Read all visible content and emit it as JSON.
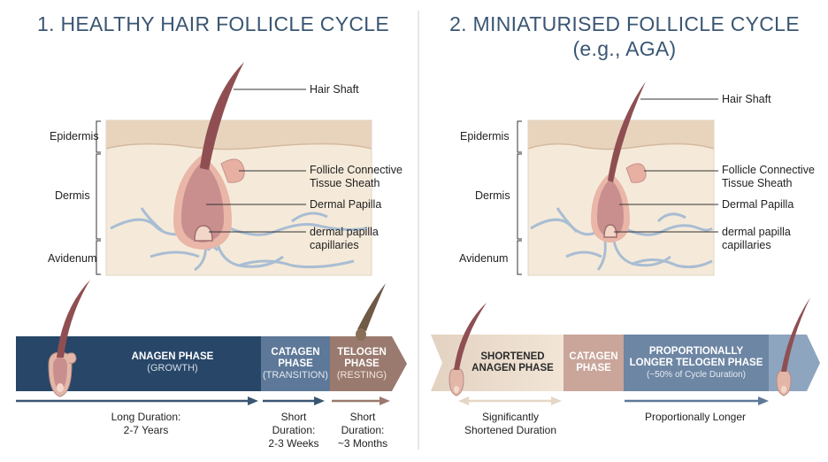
{
  "left": {
    "title": "1. HEALTHY HAIR FOLLICLE CYCLE",
    "labels": {
      "hair_shaft": "Hair Shaft",
      "sheath_1": "Follicle Connective",
      "sheath_2": "Tissue Sheath",
      "dermal_papilla": "Dermal Papilla",
      "capillaries_1": "dermal papilla",
      "capillaries_2": "capillaries",
      "epidermis": "Epidermis",
      "dermis": "Dermis",
      "avidenum": "Avidenum"
    },
    "phases": {
      "anagen": "ANAGEN PHASE",
      "anagen_sub": "(GROWTH)",
      "catagen_1": "CATAGEN",
      "catagen_2": "PHASE",
      "catagen_sub": "(TRANSITION)",
      "telogen_1": "TELOGEN",
      "telogen_2": "PHASE",
      "telogen_sub": "(RESTING)"
    },
    "durations": {
      "long_1": "Long Duration:",
      "long_2": "2-7 Years",
      "short_a1": "Short",
      "short_a2": "Duration:",
      "short_a3": "2-3 Weeks",
      "short_b1": "Short",
      "short_b2": "Duration:",
      "short_b3": "~3 Months"
    }
  },
  "right": {
    "title_1": "2. MINIATURISED FOLLICLE CYCLE",
    "title_2": "(e.g., AGA)",
    "labels": {
      "hair_shaft": "Hair Shaft",
      "sheath_1": "Follicle Connective",
      "sheath_2": "Tissue Sheath",
      "dermal_papilla": "Dermal Papilla",
      "capillaries_1": "dermal papilla",
      "capillaries_2": "capillaries",
      "epidermis": "Epidermis",
      "dermis": "Dermis",
      "avidenum": "Avidenum"
    },
    "phases": {
      "anagen_1": "SHORTENED",
      "anagen_2": "ANAGEN PHASE",
      "catagen_1": "CATAGEN",
      "catagen_2": "PHASE",
      "telogen_1": "PROPORTIONALLY",
      "telogen_2": "LONGER TELOGEN PHASE",
      "telogen_sub": "(~50% of Cycle Duration)"
    },
    "durations": {
      "short_1": "Significantly",
      "short_2": "Shortened Duration",
      "longer": "Proportionally Longer"
    }
  },
  "colors": {
    "title": "#3a5673",
    "anagen": "#274668",
    "catagen": "#5d7898",
    "telogen": "#9a7a6e",
    "mini_anagen": "#ecd9c6",
    "mini_catagen": "#c9a59a",
    "mini_telogen": "#6d86a3",
    "skin": "#f3e4d2",
    "follicle": "#c98f8e"
  }
}
